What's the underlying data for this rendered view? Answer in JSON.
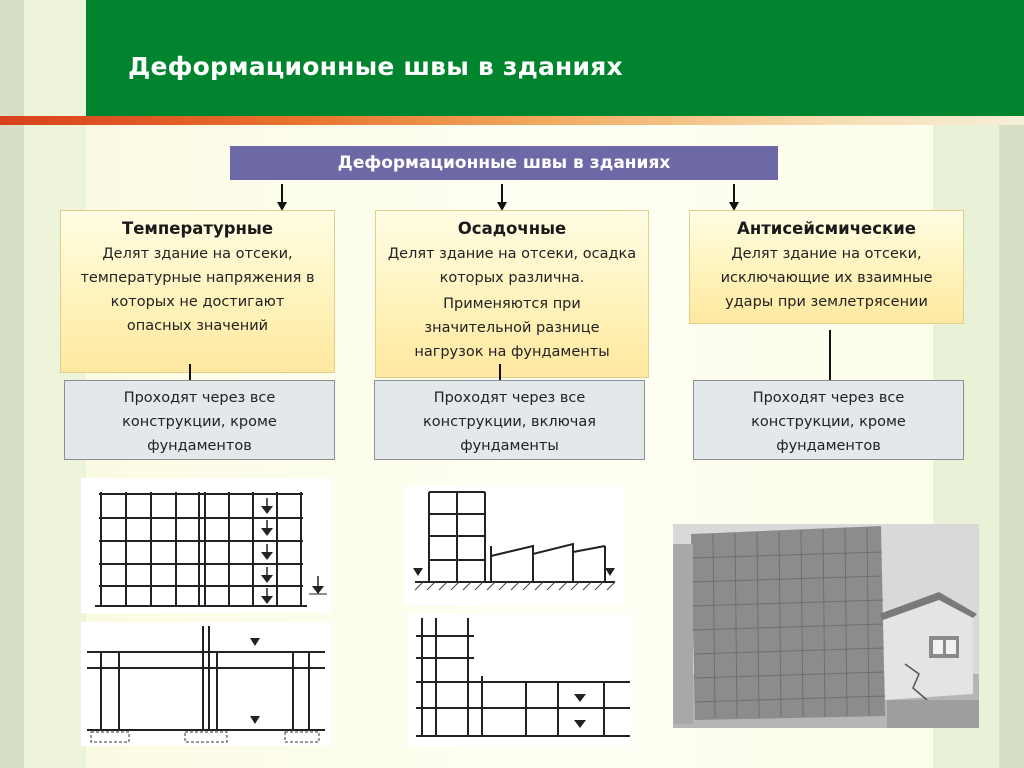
{
  "slide_title": "Деформационные швы в зданиях",
  "banner": "Деформационные швы в зданиях",
  "columns": [
    {
      "title": "Температурные",
      "text": "Делят здание на отсеки, температурные напряжения в которых не достигают опасных значений",
      "note": "",
      "passes": "Проходят через все конструкции, кроме фундаментов"
    },
    {
      "title": "Осадочные",
      "text": "Делят здание на отсеки, осадка которых различна.",
      "note": "Применяются при значительной разнице нагрузок на фундаменты",
      "passes": "Проходят через все конструкции, включая фундаменты"
    },
    {
      "title": "Антисейсмические",
      "text": "Делят здание на отсеки, исключающие их взаимные удары при землетрясении",
      "note": "",
      "passes": "Проходят через все конструкции, кроме фундаментов"
    }
  ],
  "colors": {
    "header_green": "#00852e",
    "banner_purple": "#6d69a6",
    "card_yellow": "#fff2b8",
    "gray_box": "#e3e8ea"
  }
}
